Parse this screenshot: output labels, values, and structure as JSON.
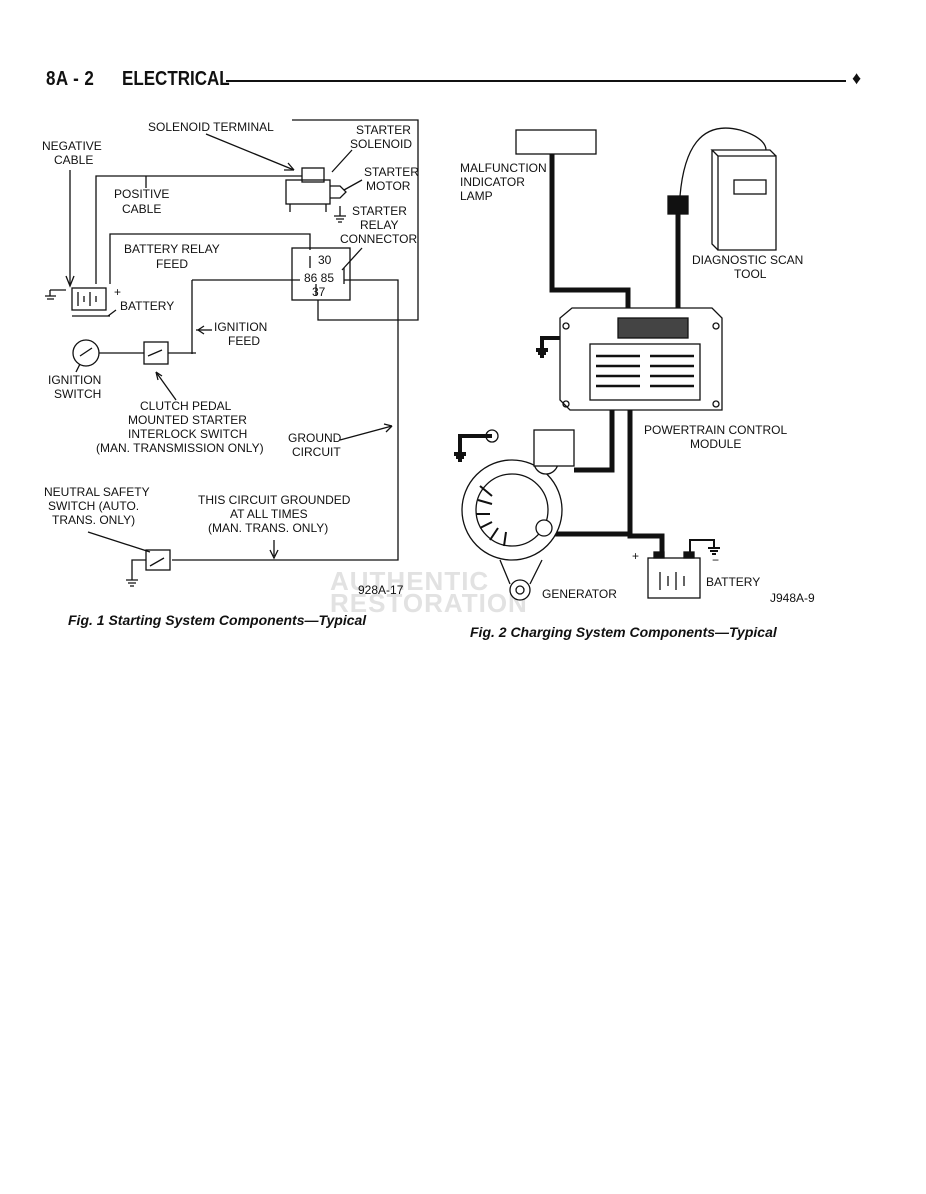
{
  "header": {
    "page_number": "8A - 2",
    "section_title": "ELECTRICAL",
    "diamond": "♦"
  },
  "fig1": {
    "labels": {
      "solenoid_terminal": "SOLENOID TERMINAL",
      "negative_cable_1": "NEGATIVE",
      "negative_cable_2": "CABLE",
      "starter_solenoid_1": "STARTER",
      "starter_solenoid_2": "SOLENOID",
      "starter_motor_1": "STARTER",
      "starter_motor_2": "MOTOR",
      "positive_cable_1": "POSITIVE",
      "positive_cable_2": "CABLE",
      "starter_relay_1": "STARTER",
      "starter_relay_2": "RELAY",
      "starter_relay_3": "CONNECTOR",
      "battery_relay_feed_1": "BATTERY RELAY",
      "battery_relay_feed_2": "FEED",
      "battery": "BATTERY",
      "ignition_feed_1": "IGNITION",
      "ignition_feed_2": "FEED",
      "ignition_switch_1": "IGNITION",
      "ignition_switch_2": "SWITCH",
      "clutch_1": "CLUTCH PEDAL",
      "clutch_2": "MOUNTED STARTER",
      "clutch_3": "INTERLOCK SWITCH",
      "clutch_4": "(MAN. TRANSMISSION ONLY)",
      "ground_circuit_1": "GROUND",
      "ground_circuit_2": "CIRCUIT",
      "neutral_1": "NEUTRAL SAFETY",
      "neutral_2": "SWITCH (AUTO.",
      "neutral_3": "TRANS. ONLY)",
      "grounded_1": "THIS CIRCUIT GROUNDED",
      "grounded_2": "AT ALL TIMES",
      "grounded_3": "(MAN. TRANS. ONLY)",
      "relay_30": "30",
      "relay_8685": "86 85",
      "relay_37": "37",
      "plus": "+",
      "figure_code": "928A-17"
    },
    "caption": "Fig. 1 Starting System Components—Typical"
  },
  "fig2": {
    "labels": {
      "mil_1": "MALFUNCTION",
      "mil_2": "INDICATOR",
      "mil_3": "LAMP",
      "scan_1": "DIAGNOSTIC SCAN",
      "scan_2": "TOOL",
      "pcm_1": "POWERTRAIN CONTROL",
      "pcm_2": "MODULE",
      "generator": "GENERATOR",
      "battery": "BATTERY",
      "plus": "+",
      "minus": "−",
      "figure_code": "J948A-9"
    },
    "caption": "Fig. 2 Charging System Components—Typical"
  }
}
